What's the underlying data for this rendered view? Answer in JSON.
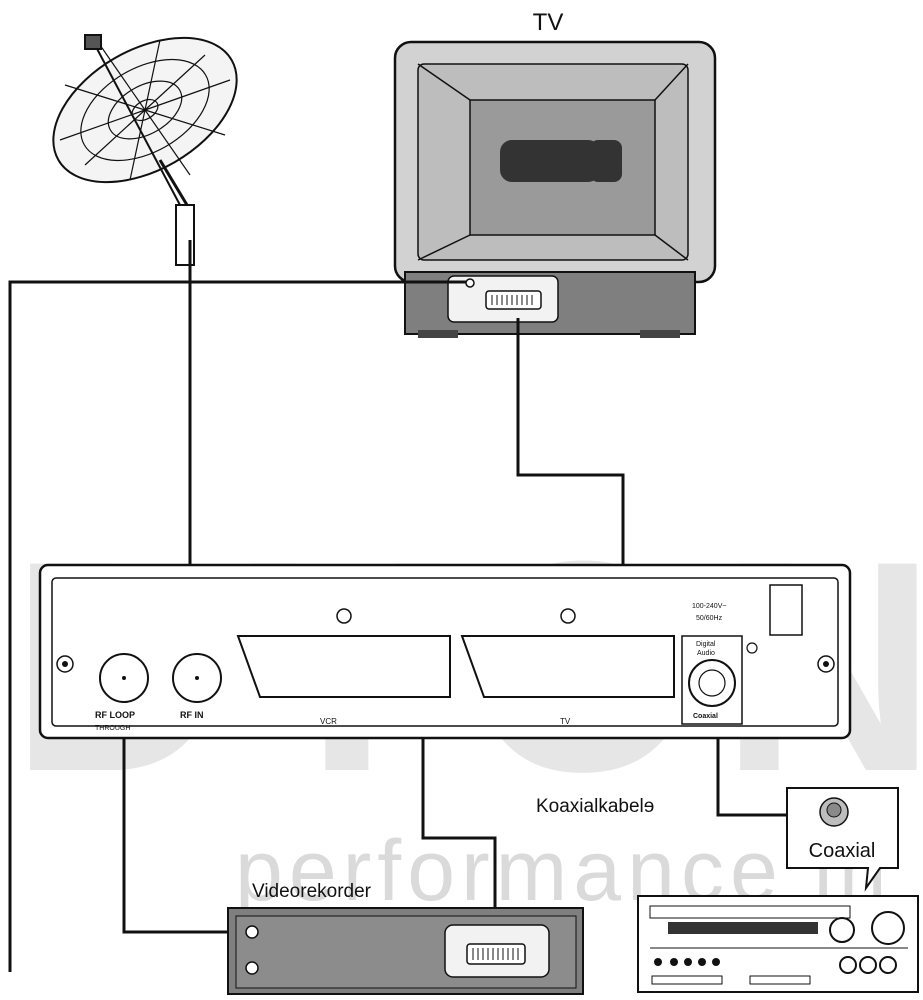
{
  "labels": {
    "tv": "TV",
    "vcr": "Videorekorder",
    "coax_cable": "Koaxialkabelɘ",
    "coaxial_callout": "Coaxial"
  },
  "receiver_labels": {
    "rf_loop": "RF  LOOP",
    "rf_loop_sub": "THROUGH",
    "rf_in": "RF IN",
    "vcr_scart": "VCR",
    "tv_scart": "TV",
    "power": "100-240V~",
    "power_sub": "50/60Hz",
    "digital": "Digital",
    "audio": "Audio",
    "coaxial_port": "Coaxial"
  },
  "watermark": {
    "brand": "DYON",
    "tagline": "performance in"
  },
  "colors": {
    "line": "#111111",
    "tv_outer": "#d2d2d2",
    "tv_screen": "#9a9a9a",
    "tv_base": "#7f7f7f",
    "panel": "#f2f2f2",
    "watermark": "#d4d4d4"
  }
}
